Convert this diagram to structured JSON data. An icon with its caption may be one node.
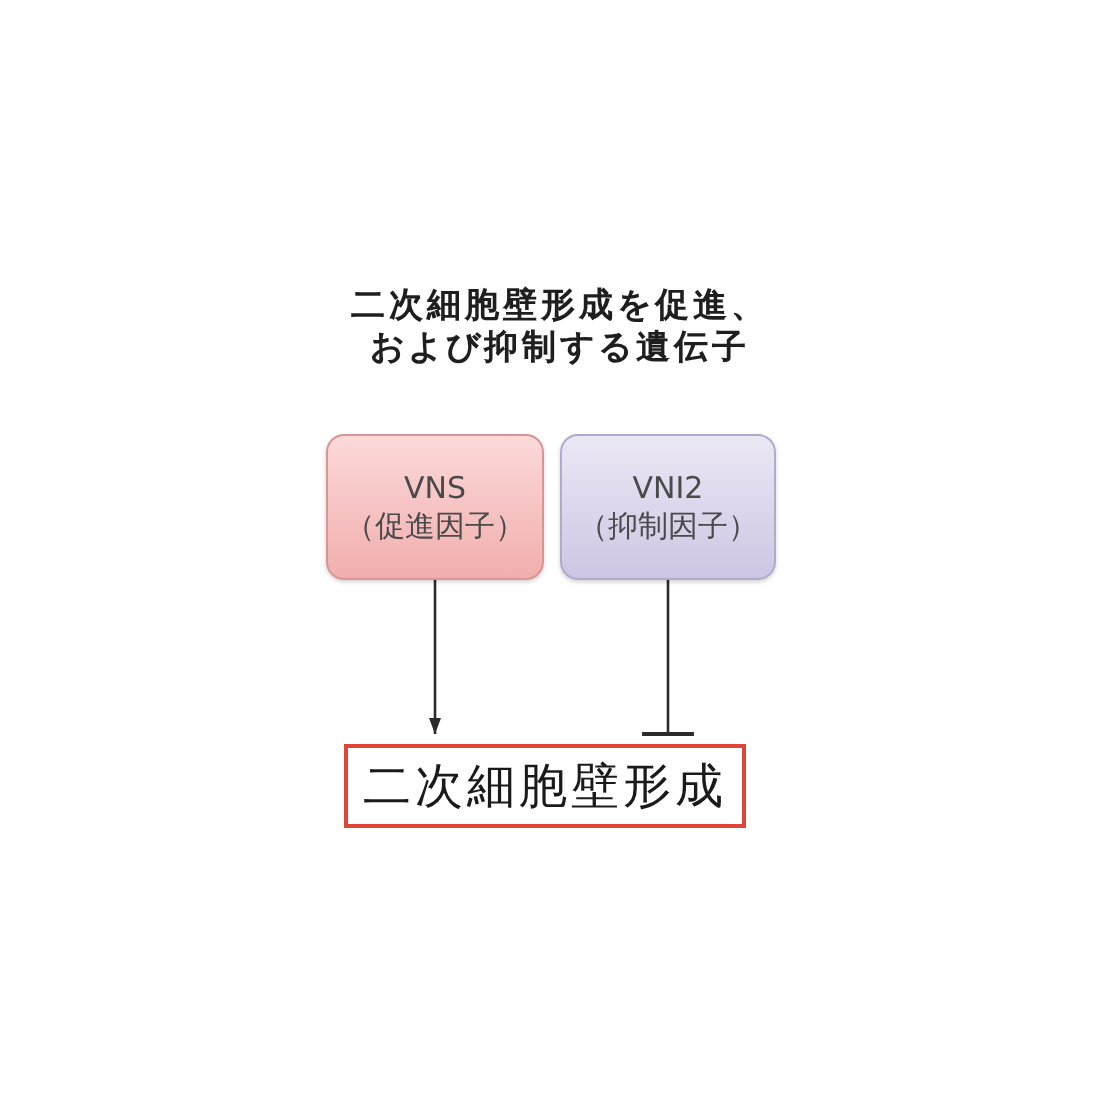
{
  "diagram": {
    "title": "二次細胞壁形成を促進、および抑制する遺伝子",
    "nodes": [
      {
        "text": [
          "VNS",
          "（促進因子）"
        ]
      },
      {
        "text": [
          "VNI2",
          "（抑制因子）"
        ]
      },
      {
        "text": [
          "二次細胞壁形成"
        ]
      }
    ],
    "edges": [
      {
        "from": 0,
        "to": 2,
        "arrow": "to"
      },
      {
        "from": 1,
        "to": 2,
        "arrow": "other"
      }
    ]
  }
}
